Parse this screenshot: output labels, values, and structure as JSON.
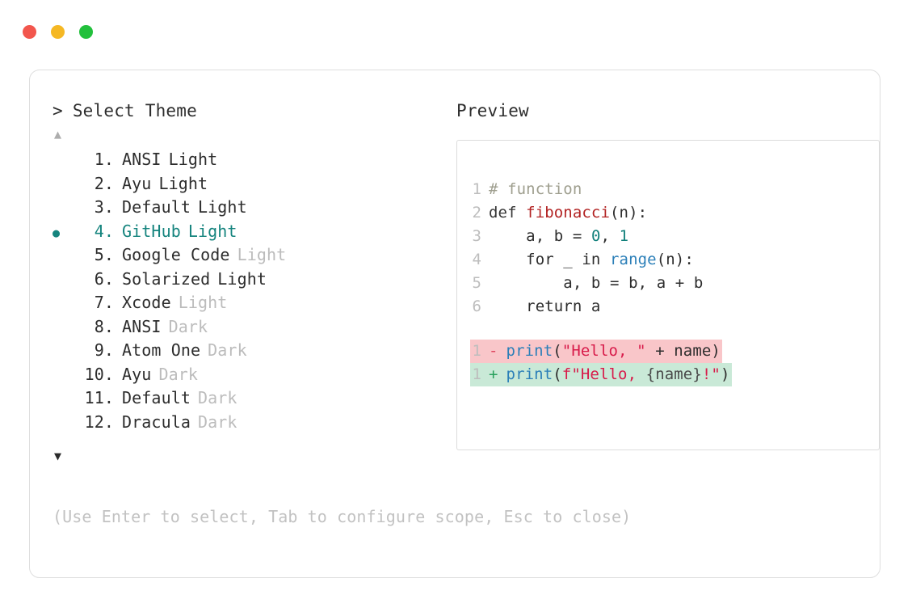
{
  "window": {
    "traffic_lights": [
      {
        "name": "close-button",
        "color": "#f2564d"
      },
      {
        "name": "minimize-button",
        "color": "#f5b824"
      },
      {
        "name": "maximize-button",
        "color": "#22c03c"
      }
    ]
  },
  "left": {
    "caret": ">",
    "prompt": "Select Theme",
    "scroll_up": "▲",
    "scroll_down": "▼",
    "selected_index": 4,
    "bullet": "●",
    "themes": [
      {
        "index": "1.",
        "name": "ANSI",
        "variant": "Light",
        "variant_muted": false
      },
      {
        "index": "2.",
        "name": "Ayu",
        "variant": "Light",
        "variant_muted": false
      },
      {
        "index": "3.",
        "name": "Default",
        "variant": "Light",
        "variant_muted": false
      },
      {
        "index": "4.",
        "name": "GitHub",
        "variant": "Light",
        "variant_muted": false
      },
      {
        "index": "5.",
        "name": "Google Code",
        "variant": "Light",
        "variant_muted": true
      },
      {
        "index": "6.",
        "name": "Solarized",
        "variant": "Light",
        "variant_muted": false
      },
      {
        "index": "7.",
        "name": "Xcode",
        "variant": "Light",
        "variant_muted": true
      },
      {
        "index": "8.",
        "name": "ANSI",
        "variant": "Dark",
        "variant_muted": true
      },
      {
        "index": "9.",
        "name": "Atom One",
        "variant": "Dark",
        "variant_muted": true
      },
      {
        "index": "10.",
        "name": "Ayu",
        "variant": "Dark",
        "variant_muted": true
      },
      {
        "index": "11.",
        "name": "Default",
        "variant": "Dark",
        "variant_muted": true
      },
      {
        "index": "12.",
        "name": "Dracula",
        "variant": "Dark",
        "variant_muted": true
      }
    ]
  },
  "right": {
    "heading": "Preview",
    "code_lines": [
      {
        "ln": "1",
        "tokens": [
          {
            "t": "# function",
            "c": "comment"
          }
        ]
      },
      {
        "ln": "2",
        "tokens": [
          {
            "t": "def ",
            "c": "kw"
          },
          {
            "t": "fibonacci",
            "c": "fn"
          },
          {
            "t": "(n):",
            "c": "plain"
          }
        ]
      },
      {
        "ln": "3",
        "tokens": [
          {
            "t": "    a, b = ",
            "c": "plain"
          },
          {
            "t": "0",
            "c": "num"
          },
          {
            "t": ", ",
            "c": "plain"
          },
          {
            "t": "1",
            "c": "num"
          }
        ]
      },
      {
        "ln": "4",
        "tokens": [
          {
            "t": "    for _ in ",
            "c": "plain"
          },
          {
            "t": "range",
            "c": "builtin"
          },
          {
            "t": "(n):",
            "c": "plain"
          }
        ]
      },
      {
        "ln": "5",
        "tokens": [
          {
            "t": "        a, b = b, a + b",
            "c": "plain"
          }
        ]
      },
      {
        "ln": "6",
        "tokens": [
          {
            "t": "    return a",
            "c": "plain"
          }
        ]
      }
    ],
    "diff_lines": [
      {
        "ln": "1",
        "kind": "del",
        "sign": "-",
        "tokens": [
          {
            "t": "print",
            "c": "builtin"
          },
          {
            "t": "(",
            "c": "plain"
          },
          {
            "t": "\"Hello, \"",
            "c": "str"
          },
          {
            "t": " + name)",
            "c": "plain"
          }
        ]
      },
      {
        "ln": "1",
        "kind": "add",
        "sign": "+",
        "tokens": [
          {
            "t": "print",
            "c": "builtin"
          },
          {
            "t": "(",
            "c": "plain"
          },
          {
            "t": "f\"Hello, ",
            "c": "str"
          },
          {
            "t": "{name}",
            "c": "interp"
          },
          {
            "t": "!\"",
            "c": "str"
          },
          {
            "t": ")",
            "c": "plain"
          }
        ]
      }
    ]
  },
  "footer": {
    "hint": "(Use Enter to select, Tab to configure scope, Esc to close)"
  },
  "colors": {
    "accent_teal": "#15847e",
    "muted_text": "#bcbcbc",
    "body_text": "#2d2d2d",
    "diff_add_bg": "#c9e9d7",
    "diff_del_bg": "#f9c6c9"
  }
}
